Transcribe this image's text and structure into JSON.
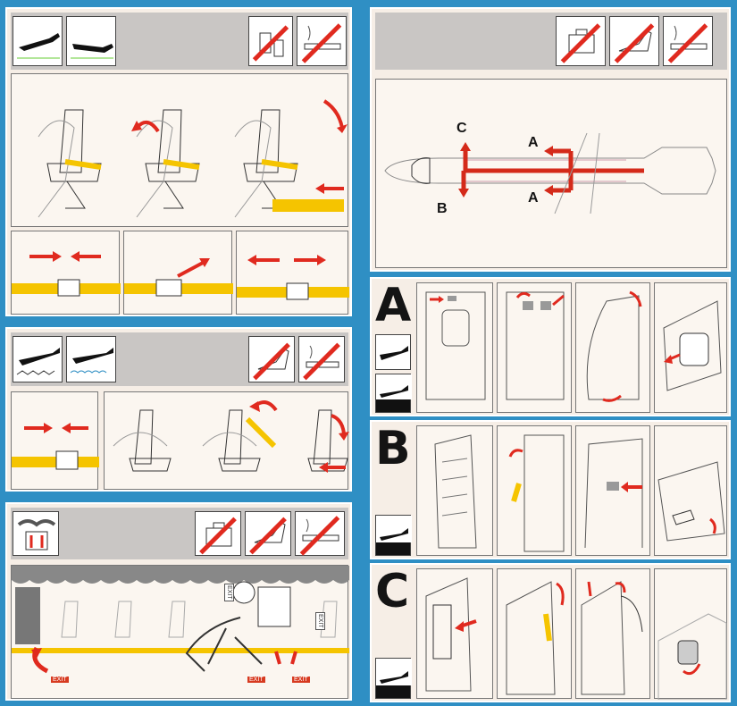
{
  "diagram_labels": {
    "a": "A",
    "b": "B",
    "c": "C"
  },
  "exit_section_letters": {
    "a": "A",
    "b": "B",
    "c": "C"
  },
  "exit_signs": {
    "sign1": "EXIT",
    "sign2": "EXIT",
    "floor1": "EXIT",
    "floor2": "EXIT",
    "floor3": "EXIT"
  },
  "colors": {
    "frame": "#2f8fc4",
    "accent_red": "#e02a1f",
    "accent_yellow": "#f5c400",
    "panel": "#f6eee6"
  },
  "icons": [
    "airplane-takeoff-icon",
    "airplane-landing-icon",
    "no-electronics-icon",
    "no-smoking-icon",
    "no-baggage-icon",
    "no-high-heels-icon",
    "water-landing-icon",
    "smoke-icon"
  ]
}
